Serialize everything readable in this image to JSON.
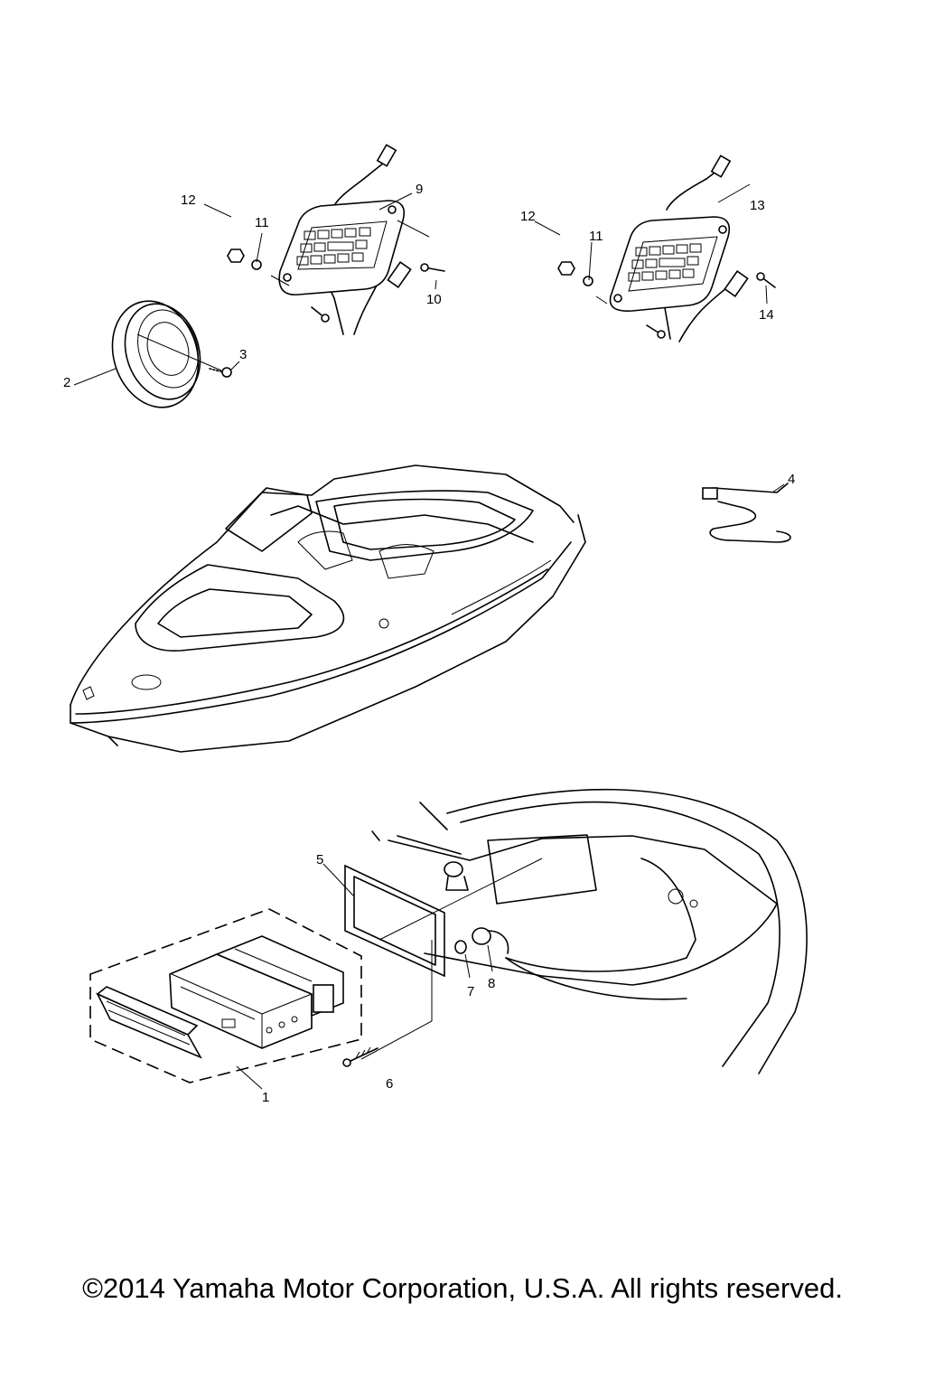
{
  "callouts": {
    "c1": "1",
    "c2": "2",
    "c3": "3",
    "c4": "4",
    "c5": "5",
    "c6": "6",
    "c7": "7",
    "c8": "8",
    "c9": "9",
    "c10": "10",
    "c11a": "11",
    "c11b": "11",
    "c12a": "12",
    "c12b": "12",
    "c13": "13",
    "c14": "14"
  },
  "footer": {
    "copyright": "©2014 Yamaha Motor Corporation, U.S.A. All rights reserved."
  }
}
